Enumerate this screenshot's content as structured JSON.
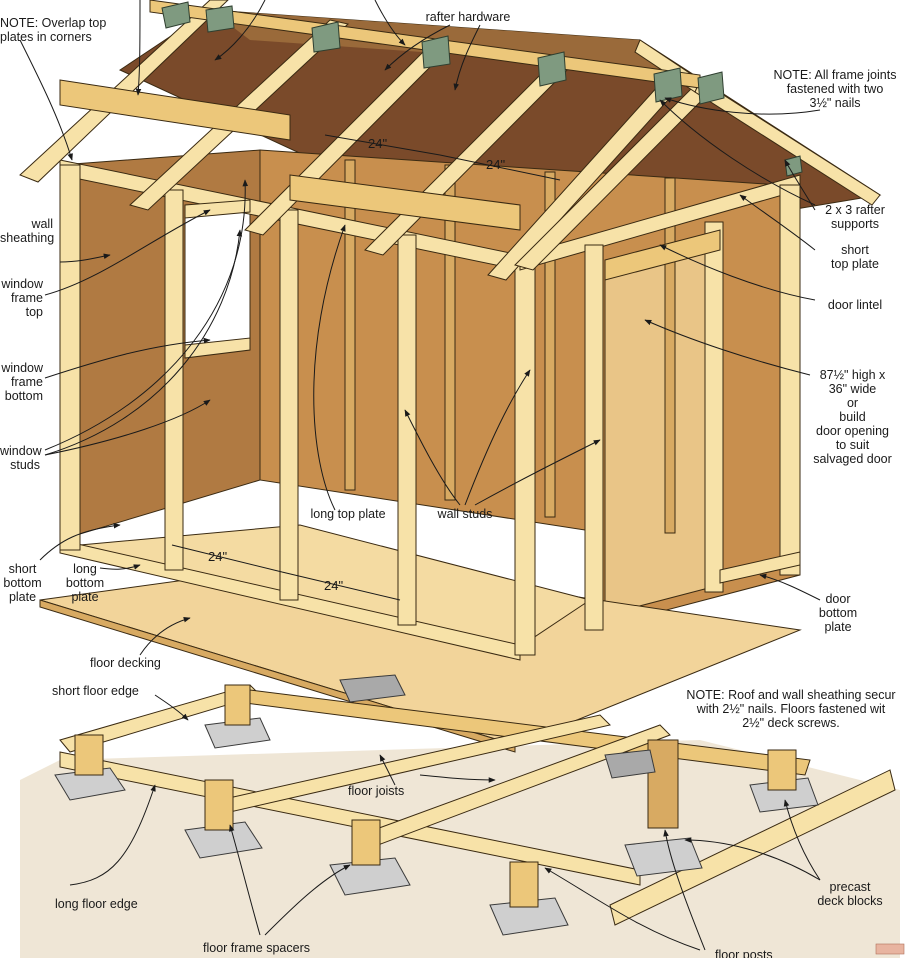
{
  "labels": {
    "overlap_note": "NOTE: Overlap top\nplates in corners",
    "rafter_hardware": "rafter hardware",
    "frame_joints_note": "NOTE: All frame joints\nfastened with two\n3½\" nails",
    "rafter_supports": "2 x 3 rafter\nsupports",
    "short_top_plate": "short\ntop plate",
    "door_lintel": "door lintel",
    "door_size": "87½\" high x\n36\" wide\nor\nbuild\ndoor opening\nto suit\nsalvaged door",
    "wall_sheathing": "wall\nsheathing",
    "window_frame_top": "window\nframe\ntop",
    "window_frame_bottom": "window\nframe\nbottom",
    "window_studs": "window\nstuds",
    "long_top_plate": "long top plate",
    "wall_studs": "wall studs",
    "short_bottom_plate": "short\nbottom\nplate",
    "long_bottom_plate": "long\nbottom\nplate",
    "door_bottom_plate": "door\nbottom\nplate",
    "floor_decking": "floor decking",
    "short_floor_edge": "short floor edge",
    "sheathing_note": "NOTE: Roof and wall sheathing secur\nwith 2½\" nails. Floors fastened wit\n2½\" deck screws.",
    "floor_joists": "floor joists",
    "precast_blocks": "precast\ndeck blocks",
    "long_floor_edge": "long floor edge",
    "floor_frame_spacers": "floor frame spacers",
    "floor_posts": "floor posts"
  },
  "dimensions": {
    "rafter_spacing_1": "24\"",
    "rafter_spacing_2": "24\"",
    "stud_spacing_1": "24\"",
    "stud_spacing_2": "24\""
  },
  "colors": {
    "wood_light": "#f7e2a8",
    "wood_mid": "#ecc77a",
    "wood_dark": "#d2a35a",
    "sheathing": "#c88f4e",
    "sheathing_dark": "#a8703a",
    "roof_inner": "#7a4a2a",
    "concrete": "#c8c8c8",
    "hardware": "#7f9a80",
    "ground": "#efe6d6",
    "outline": "#3a2a12"
  }
}
